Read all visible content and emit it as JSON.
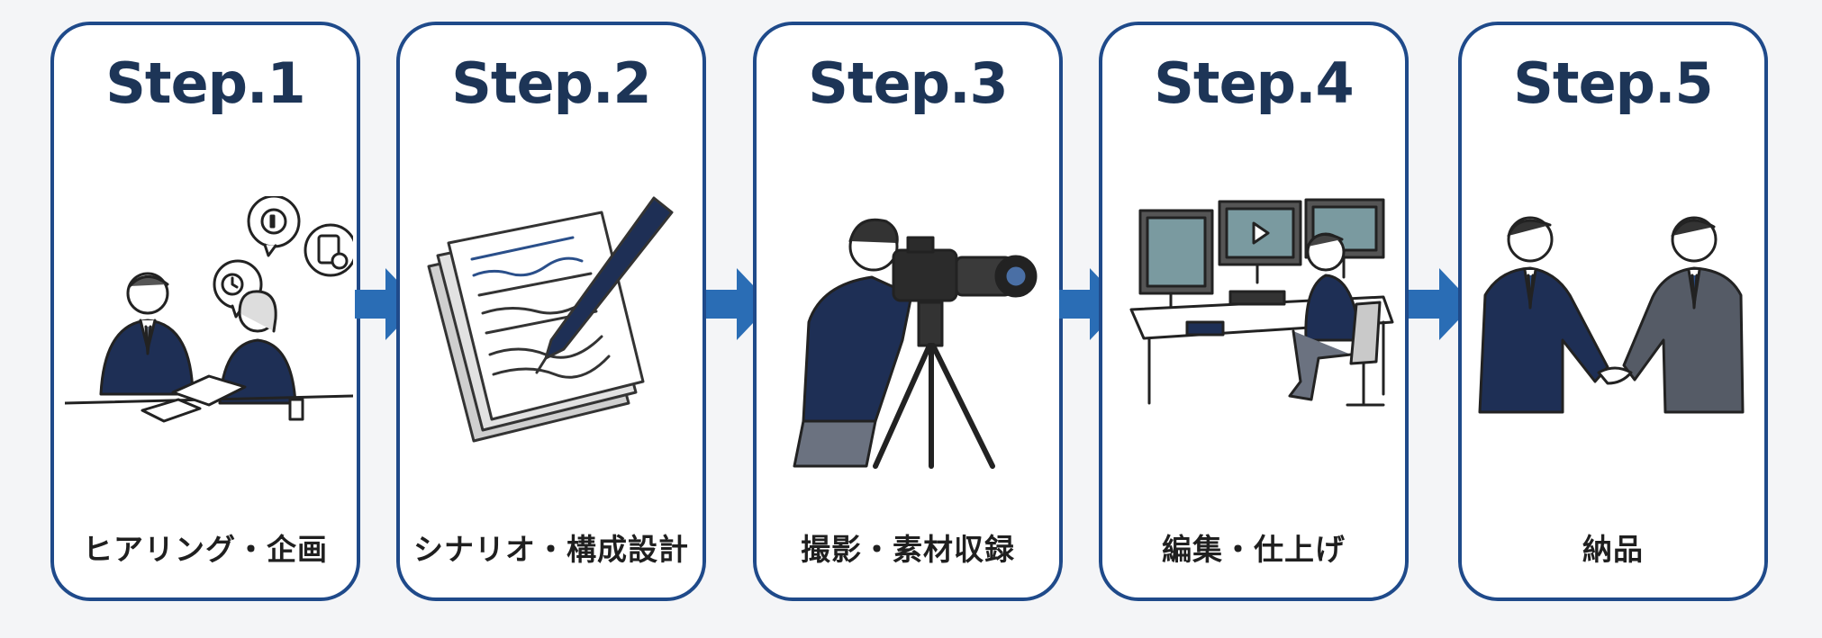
{
  "steps": [
    {
      "title": "Step.1",
      "label": "ヒアリング・企画",
      "illustration": "meeting-icon"
    },
    {
      "title": "Step.2",
      "label": "シナリオ・構成設計",
      "illustration": "document-pen-icon"
    },
    {
      "title": "Step.3",
      "label": "撮影・素材収録",
      "illustration": "camera-operator-icon"
    },
    {
      "title": "Step.4",
      "label": "編集・仕上げ",
      "illustration": "video-editing-icon"
    },
    {
      "title": "Step.5",
      "label": "納品",
      "illustration": "handshake-icon"
    }
  ],
  "colors": {
    "border": "#1f4a8a",
    "title": "#1d3557",
    "arrow": "#2a6db5",
    "background": "#f4f5f7"
  }
}
